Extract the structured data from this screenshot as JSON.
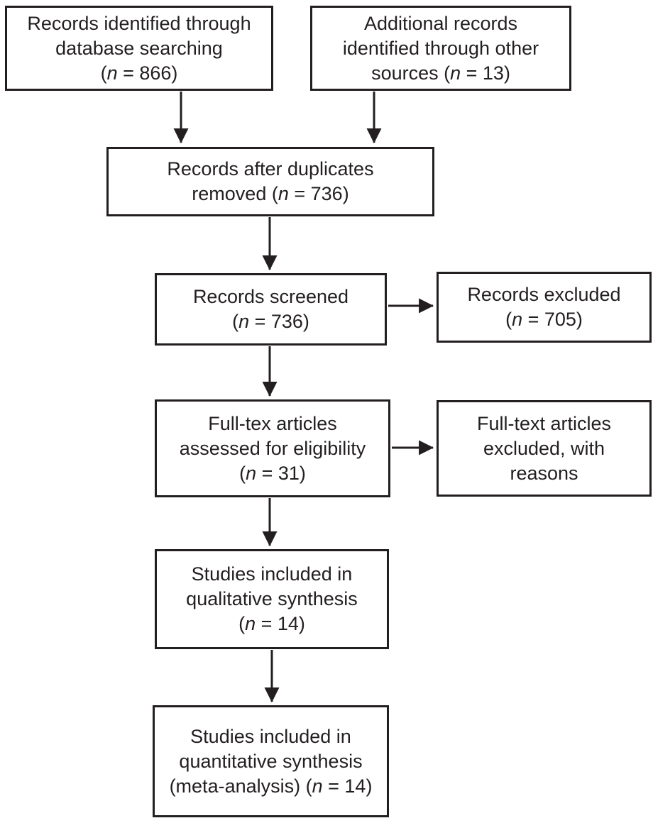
{
  "figure": {
    "background_color": "#ffffff",
    "line_color": "#231f20",
    "text_color": "#231f20"
  },
  "boxes": [
    {
      "name": "records-identified-database",
      "lines": [
        {
          "pre": "Records identified through"
        },
        {
          "pre": "database searching"
        },
        {
          "pre": "(",
          "n": "n",
          "post": " = 866)"
        }
      ]
    },
    {
      "name": "additional-records-other-sources",
      "lines": [
        {
          "pre": "Additional records"
        },
        {
          "pre": "identified through other"
        },
        {
          "pre": "sources (",
          "n": "n",
          "post": " = 13)"
        }
      ]
    },
    {
      "name": "records-after-duplicates",
      "lines": [
        {
          "pre": "Records after duplicates"
        },
        {
          "pre": "removed (",
          "n": "n",
          "post": " = 736)"
        }
      ]
    },
    {
      "name": "records-screened",
      "lines": [
        {
          "pre": "Records screened"
        },
        {
          "pre": "(",
          "n": "n",
          "post": " = 736)"
        }
      ]
    },
    {
      "name": "records-excluded",
      "lines": [
        {
          "pre": "Records excluded"
        },
        {
          "pre": "(",
          "n": "n",
          "post": " = 705)"
        }
      ]
    },
    {
      "name": "fulltext-assessed",
      "lines": [
        {
          "pre": "Full-tex articles"
        },
        {
          "pre": "assessed for eligibility"
        },
        {
          "pre": "(",
          "n": "n",
          "post": " = 31)"
        }
      ]
    },
    {
      "name": "fulltext-excluded",
      "lines": [
        {
          "pre": "Full-text articles"
        },
        {
          "pre": "excluded, with"
        },
        {
          "pre": "reasons"
        }
      ]
    },
    {
      "name": "qualitative-synthesis",
      "lines": [
        {
          "pre": "Studies included in"
        },
        {
          "pre": "qualitative synthesis"
        },
        {
          "pre": "(",
          "n": "n",
          "post": " = 14)"
        }
      ]
    },
    {
      "name": "quantitative-synthesis",
      "lines": [
        {
          "pre": "Studies included in"
        },
        {
          "pre": "quantitative synthesis"
        },
        {
          "pre": "(meta-analysis) (",
          "n": "n",
          "post": " = 14)"
        }
      ]
    }
  ]
}
